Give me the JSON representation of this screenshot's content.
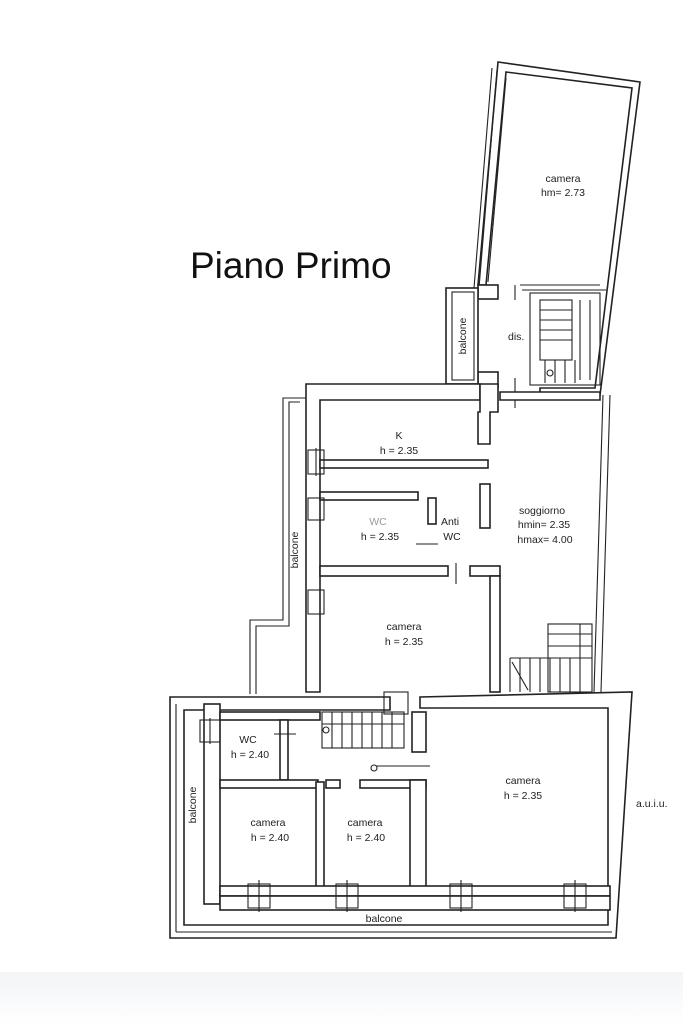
{
  "title": "Piano Primo",
  "rooms": {
    "camera_top": {
      "name": "camera",
      "height": "hm= 2.73"
    },
    "dis": {
      "name": "dis."
    },
    "balcone_top": {
      "name": "balcone"
    },
    "kitchen": {
      "name": "K",
      "height": "h = 2.35"
    },
    "wc_mid": {
      "name": "WC",
      "height": "h = 2.35"
    },
    "anti_wc": {
      "line1": "Anti",
      "line2": "WC"
    },
    "soggiorno": {
      "name": "soggiorno",
      "hmin": "hmin= 2.35",
      "hmax": "hmax= 4.00"
    },
    "balcone_left": {
      "name": "balcone"
    },
    "camera_mid": {
      "name": "camera",
      "height": "h = 2.35"
    },
    "wc_low": {
      "name": "WC",
      "height": "h = 2.40"
    },
    "camera_low_left": {
      "name": "camera",
      "height": "h = 2.40"
    },
    "camera_low_mid": {
      "name": "camera",
      "height": "h = 2.40"
    },
    "camera_low_right": {
      "name": "camera",
      "height": "h = 2.35"
    },
    "balcone_bottom": {
      "name": "balcone"
    },
    "balcone_left_low": {
      "name": "balcone"
    }
  },
  "note_auiu": "a.u.i.u.",
  "colors": {
    "wall": "#222222",
    "background": "#ffffff",
    "grey_label": "#9a9a9a"
  }
}
